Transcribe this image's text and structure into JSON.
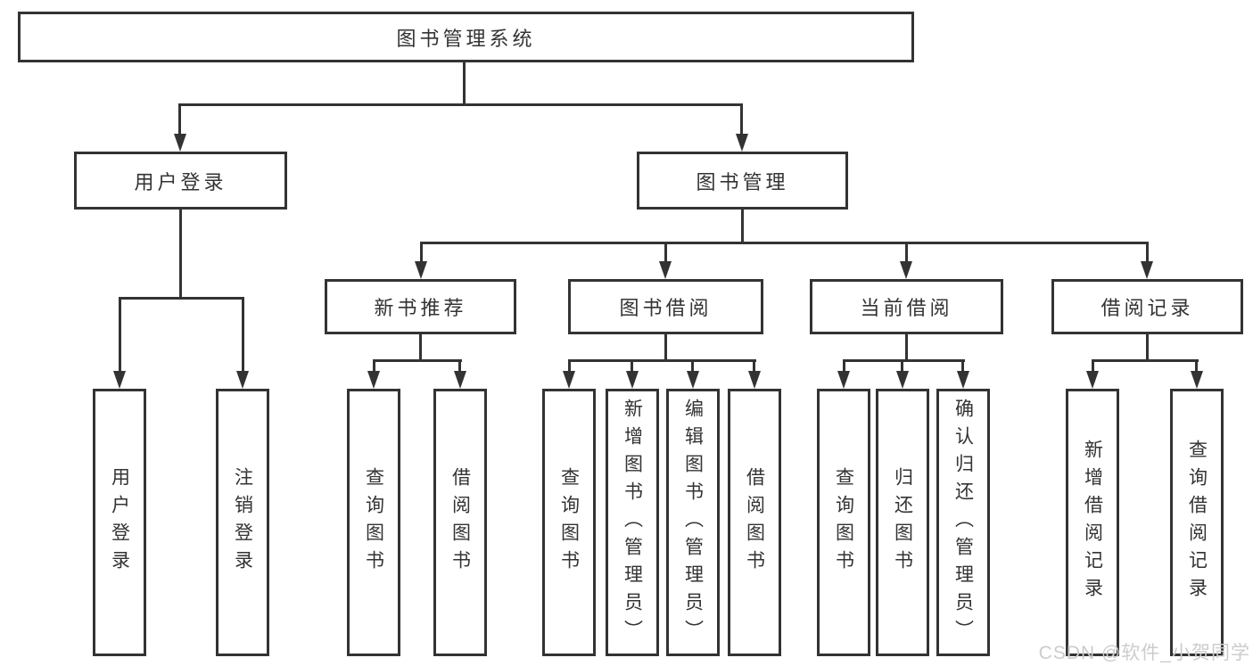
{
  "diagram": {
    "root": {
      "label": "图书管理系统"
    },
    "level2": [
      {
        "label": "用户登录"
      },
      {
        "label": "图书管理"
      }
    ],
    "level3": [
      {
        "label": "新书推荐",
        "parent": "图书管理"
      },
      {
        "label": "图书借阅",
        "parent": "图书管理"
      },
      {
        "label": "当前借阅",
        "parent": "图书管理"
      },
      {
        "label": "借阅记录",
        "parent": "图书管理"
      }
    ],
    "leaves": [
      {
        "label": "用户登录",
        "parent": "用户登录"
      },
      {
        "label": "注销登录",
        "parent": "用户登录"
      },
      {
        "label": "查询图书",
        "parent": "新书推荐"
      },
      {
        "label": "借阅图书",
        "parent": "新书推荐"
      },
      {
        "label": "查询图书",
        "parent": "图书借阅"
      },
      {
        "label": "新增图书（管理员）",
        "parent": "图书借阅"
      },
      {
        "label": "编辑图书（管理员）",
        "parent": "图书借阅"
      },
      {
        "label": "借阅图书",
        "parent": "图书借阅"
      },
      {
        "label": "查询图书",
        "parent": "当前借阅"
      },
      {
        "label": "归还图书",
        "parent": "当前借阅"
      },
      {
        "label": "确认归还（管理员）",
        "parent": "当前借阅"
      },
      {
        "label": "新增借阅记录",
        "parent": "借阅记录"
      },
      {
        "label": "查询借阅记录",
        "parent": "借阅记录"
      }
    ],
    "colors": {
      "line": "#333333",
      "text": "#333333",
      "box_fill": "#ffffff",
      "background": "#ffffff",
      "watermark": "#cccccc"
    }
  },
  "watermark": {
    "text": "CSDN @软件_小贺同学"
  }
}
